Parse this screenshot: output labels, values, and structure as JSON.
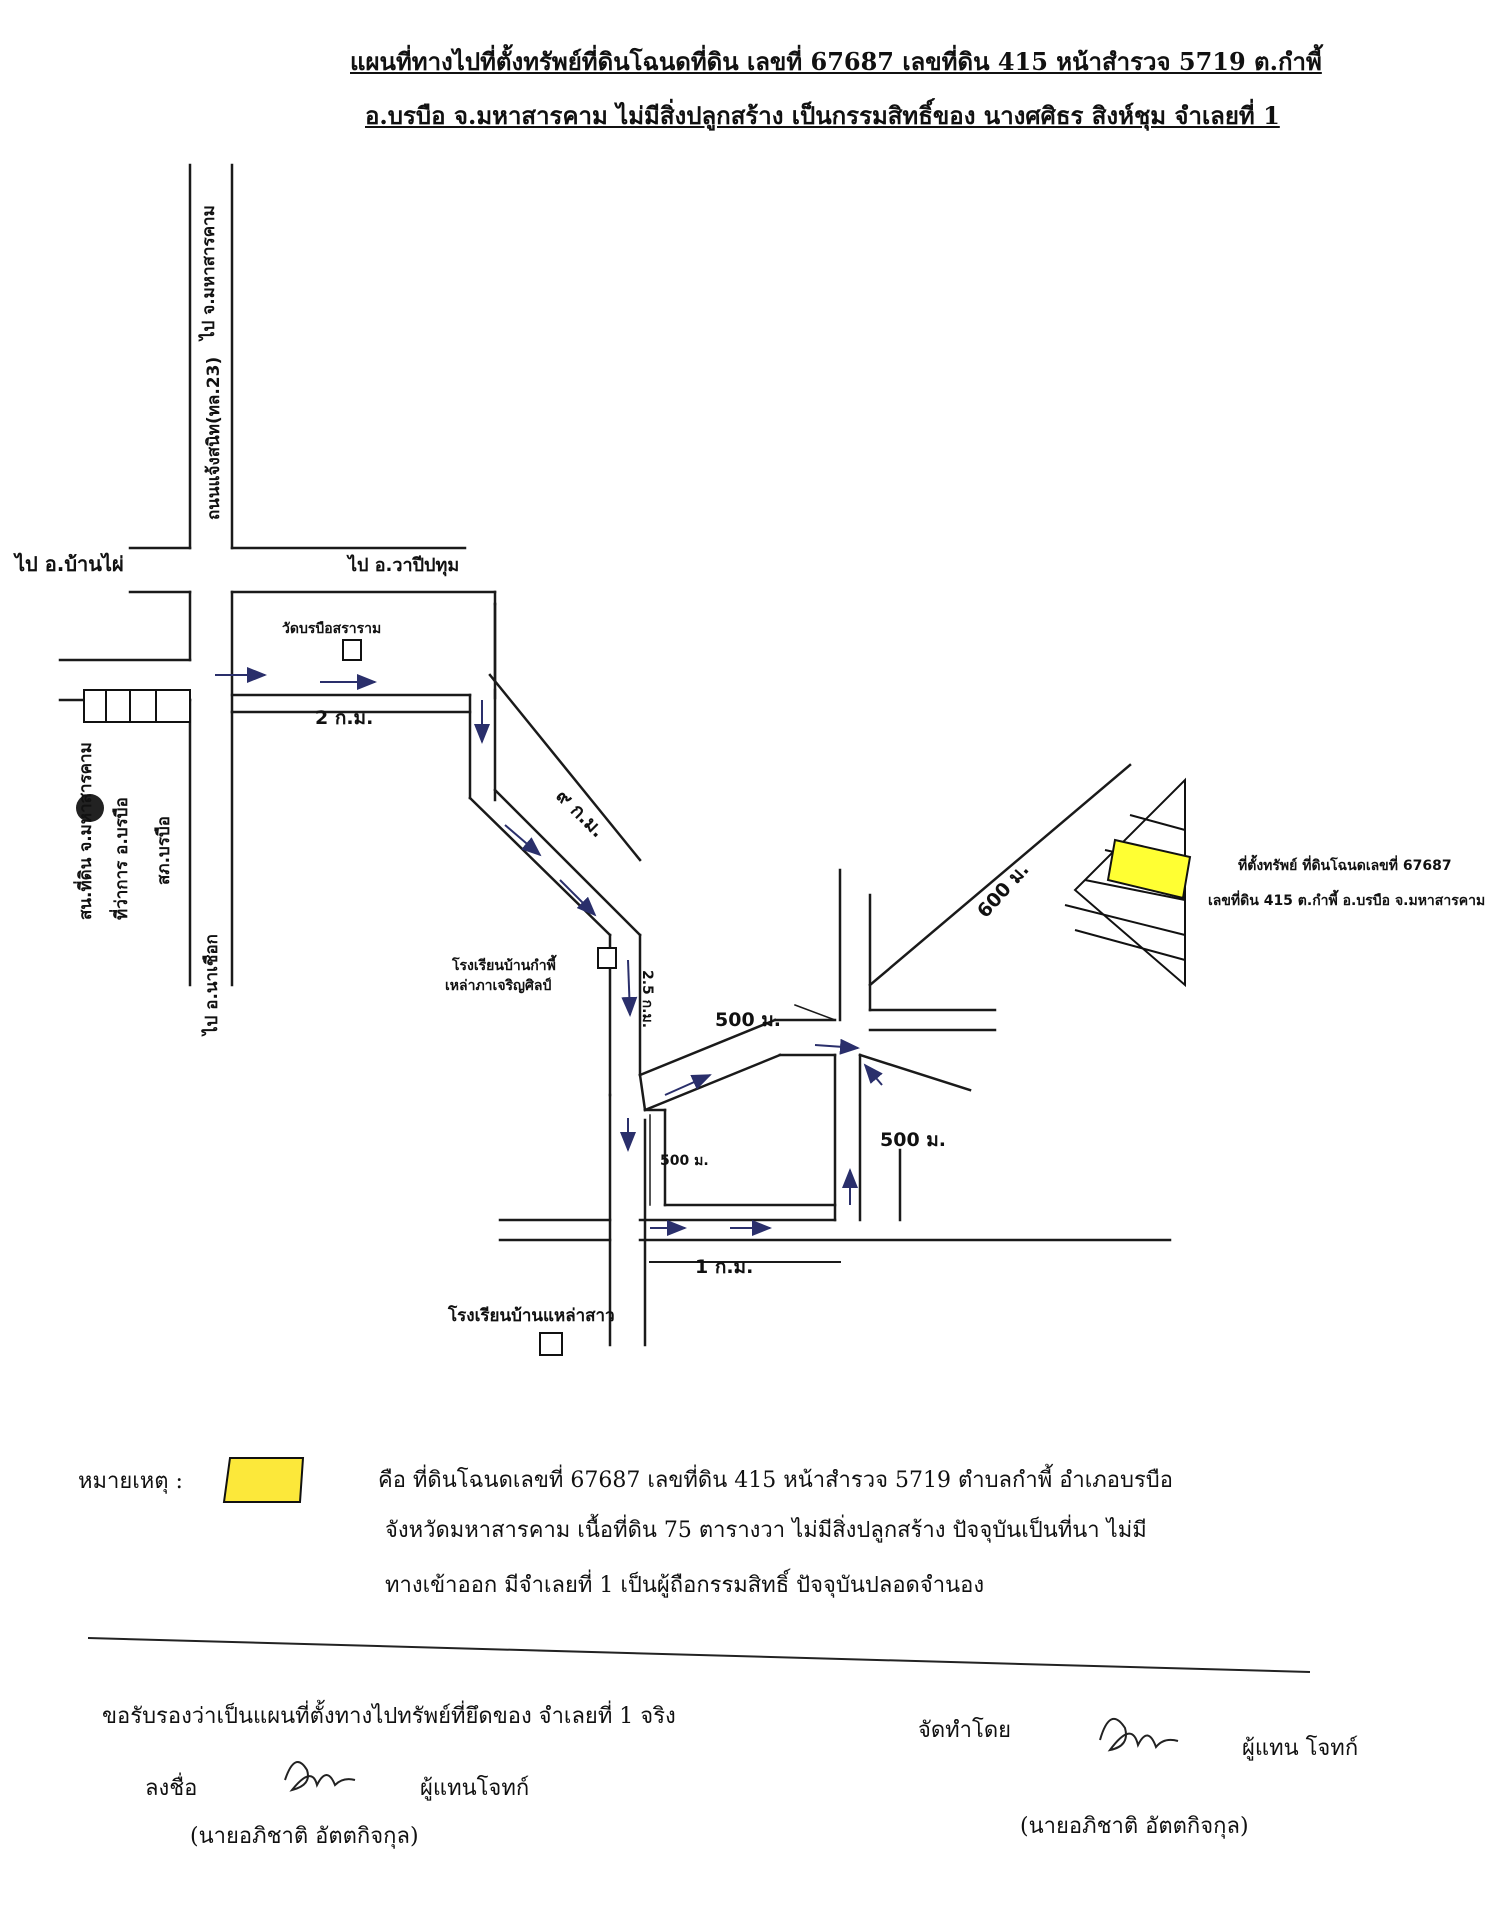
{
  "header": {
    "title_line1": "แผนที่ทางไปที่ตั้งทรัพย์ที่ดินโฉนดที่ดิน เลขที่  67687  เลขที่ดิน  415  หน้าสำรวจ   5719  ต.กำพี้",
    "title_line2": "อ.บรบือ  จ.มหาสารคาม  ไม่มีสิ่งปลูกสร้าง  เป็นกรรมสิทธิ์ของ นางศศิธร สิงห์ชุม  จำเลยที่ 1"
  },
  "map": {
    "road_top_vertical": "ถนนแจ้งสนิท(ทล.23)",
    "to_mahasarakham": "ไป จ.มหาสารคาม",
    "to_ban_phai": "ไป อ.บ้านไผ่",
    "to_wapi_pathum": "ไป อ.วาปีปทุม",
    "to_na_chueak": "ไป อ.นาเชือก",
    "temple": "วัดบรบือสราราม",
    "district_office_1": "สน.ที่ดิน จ.มหาสารคาม",
    "district_office_2": "ที่ว่าการ อ.บรบือ",
    "police_station": "สภ.บรบือ",
    "school_kamphi_1": "โรงเรียนบ้านกำพี้",
    "school_kamphi_2": "เหล่าภาเจริญศิลป์",
    "school_laosao": "โรงเรียนบ้านแหล่าสาว",
    "dist_2km": "2 ก.ม.",
    "dist_9km": "๙ ก.ม.",
    "dist_2_5km": "2.5 ก.ม.",
    "dist_500_upper": "500 ม.",
    "dist_500_left": "500 ม.",
    "dist_500_right": "500 ม.",
    "dist_600": "600 ม.",
    "dist_1km": "1 ก.ม.",
    "property_label_1": "ที่ตั้งทรัพย์  ที่ดินโฉนดเลขที่ 67687",
    "property_label_2": "เลขที่ดิน 415  ต.กำพี้ อ.บรบือ จ.มหาสารคาม",
    "property_marker_color": "#ffff33",
    "road_color": "#1a1a1a",
    "arrow_color": "#2a2f6b"
  },
  "legend": {
    "label": "หมายเหตุ :",
    "swatch_color": "#fce83a",
    "line1": "คือ  ที่ดินโฉนดเลขที่  67687  เลขที่ดิน 415  หน้าสำรวจ  5719  ตำบลกำพี้  อำเภอบรบือ",
    "line2": "จังหวัดมหาสารคาม   เนื้อที่ดิน  75 ตารางวา  ไม่มีสิ่งปลูกสร้าง  ปัจจุบันเป็นที่นา  ไม่มี",
    "line3": "ทางเข้าออก  มีจำเลยที่ 1  เป็นผู้ถือกรรมสิทธิ์      ปัจจุบันปลอดจำนอง"
  },
  "footer": {
    "certify": "ขอรับรองว่าเป็นแผนที่ตั้งทางไปทรัพย์ที่ยึดของ  จำเลยที่ 1    จริง",
    "sign_label": "ลงชื่อ",
    "agent_left": "ผู้แทนโจทก์",
    "name_left": "(นายอภิชาติ  อัตตกิจกุล)",
    "prepared_by": "จัดทำโดย",
    "agent_right": "ผู้แทน โจทก์",
    "name_right": "(นายอภิชาติ  อัตตกิจกุล)"
  }
}
